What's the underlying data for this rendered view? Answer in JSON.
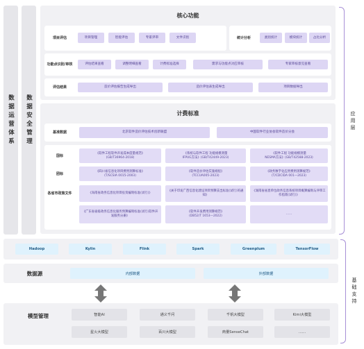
{
  "left_columns": {
    "data_ops": "数据运营体系",
    "data_security": "数据安全管理"
  },
  "core": {
    "title": "核心功能",
    "project_eval": {
      "label": "项目评估",
      "items": [
        "项目管理",
        "智能评估",
        "专家评审",
        "文件识别"
      ]
    },
    "stats": {
      "label": "统计分析",
      "items": [
        "类别统计",
        "模块统计",
        "占比分析"
      ]
    },
    "func_points": {
      "label": "功能点识别/审核",
      "items": [
        "评估结果查看",
        "调整明细查看",
        "计费标准选择",
        "需求与功能点对应审核",
        "专家审核意见查看"
      ]
    },
    "eval_result": {
      "label": "评估结果",
      "items": [
        "造价评估报告生成导出",
        "造价评估表生成导出",
        "项目数据导出"
      ]
    }
  },
  "pricing": {
    "title": "计费标准",
    "base_data": {
      "label": "基准数据",
      "items": [
        "北京软件造价评估技术创新联盟",
        "中国软件行业协会软件造价分会"
      ]
    },
    "national": {
      "label": "国标",
      "items": [
        "《软件工程软件开发成本度量规范》\n(GB/T36964-2018)",
        "《系统与软件工程 功能规模测量\nIFPUG方法》(GB/T42449-2023)",
        "《软件工程 功能规模测量\nNESMA方法》(GB/T42588-2023)"
      ]
    },
    "group": {
      "label": "团标",
      "items": [
        "《四川省信息化项目费用测算标准》\n(T/SCSIA 0015-2003)",
        "《软件造价评估实施规程》\n(TCCUA005-2023)",
        "《政务数字化应用费用测算规范》\n(T/CDCIDA 001—2023)"
      ]
    },
    "provincial": {
      "label": "各省市政策文件",
      "items": [
        "《海南省政务信息化项目投资编制标准(试行)》",
        "《关于印发广西信息化建设项目预算支出标准(试行)的通知》",
        "《湖南省省直单位政务信息系统项目概算编制与评审工作指南(试行)》",
        "《广东省省级政务信息化服务预算编制标准(试行)软件开发服务分册》",
        "《软件开发费用测算规范》\n(DB52/T 1653—2022)",
        "……"
      ]
    }
  },
  "app_layer_label": "应用层",
  "tech_stack": [
    "Hadoop",
    "Kylin",
    "Flink",
    "Spark",
    "Greenplum",
    "TensorFlow"
  ],
  "data_source": {
    "label": "数据源",
    "internal": "内部数据",
    "external": "外部数据"
  },
  "model_mgmt": {
    "label": "模型管理",
    "models": [
      "智能AI",
      "通义千问",
      "千帆大模型",
      "Kimi大模型",
      "星火大模型",
      "百川大模型",
      "商量SenseChat",
      "……"
    ]
  },
  "base_support_label": "基础支持",
  "colors": {
    "chip": "#ddd6f4",
    "chip_text": "#5a4a98",
    "tech": "#dff2fd",
    "tech_text": "#1f5a85",
    "panel": "#f1f1f4",
    "bracket": "#a78fd6"
  }
}
